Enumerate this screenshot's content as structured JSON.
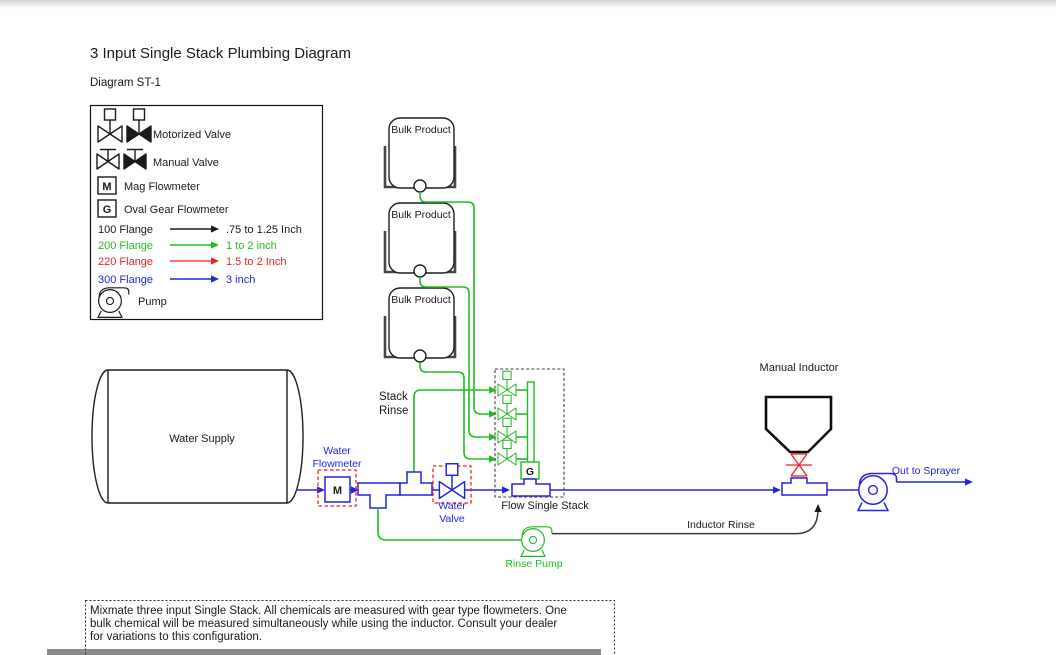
{
  "colors": {
    "blue": "#2424dd",
    "green": "#22bb22",
    "red": "#ee2222"
  },
  "page": {
    "title": "3 Input Single Stack Plumbing Diagram",
    "subtitle": "Diagram ST-1",
    "note_line1": "Mixmate three input Single Stack.  All chemicals are measured with gear type flowmeters. One",
    "note_line2": "bulk chemical will be measured simultaneously while using the inductor.  Consult your dealer",
    "note_line3": "for variations to this configuration."
  },
  "legend": {
    "motorized_valve_label": "Motorized Valve",
    "manual_valve_label": "Manual Valve",
    "mag_flowmeter_label": "Mag Flowmeter",
    "mag_flowmeter_letter": "M",
    "oval_gear_flowmeter_label": "Oval Gear Flowmeter",
    "oval_gear_flowmeter_letter": "G",
    "flange_100_label": "100 Flange",
    "flange_100_size": ".75 to 1.25 Inch",
    "flange_200_label": "200 Flange",
    "flange_200_size": "1 to 2 inch",
    "flange_220_label": "220 Flange",
    "flange_220_size": "1.5 to 2 Inch",
    "flange_300_label": "300 Flange",
    "flange_300_size": "3 inch",
    "pump_label": "Pump"
  },
  "diagram": {
    "tank1_label": "Bulk Product",
    "tank2_label": "Bulk Product",
    "tank3_label": "Bulk Product",
    "water_supply_label": "Water Supply",
    "stack_rinse_line1": "Stack",
    "stack_rinse_line2": "Rinse",
    "water_flowmeter_line1": "Water",
    "water_flowmeter_line2": "Flowmeter",
    "water_flowmeter_letter": "M",
    "water_valve_line1": "Water",
    "water_valve_line2": "Valve",
    "flow_single_stack_label": "Flow Single Stack",
    "gear_flowmeter_letter": "G",
    "manual_inductor_label": "Manual Inductor",
    "inductor_rinse_label": "Inductor Rinse",
    "rinse_pump_label": "Rinse Pump",
    "out_to_sprayer_label": "Out to Sprayer"
  }
}
